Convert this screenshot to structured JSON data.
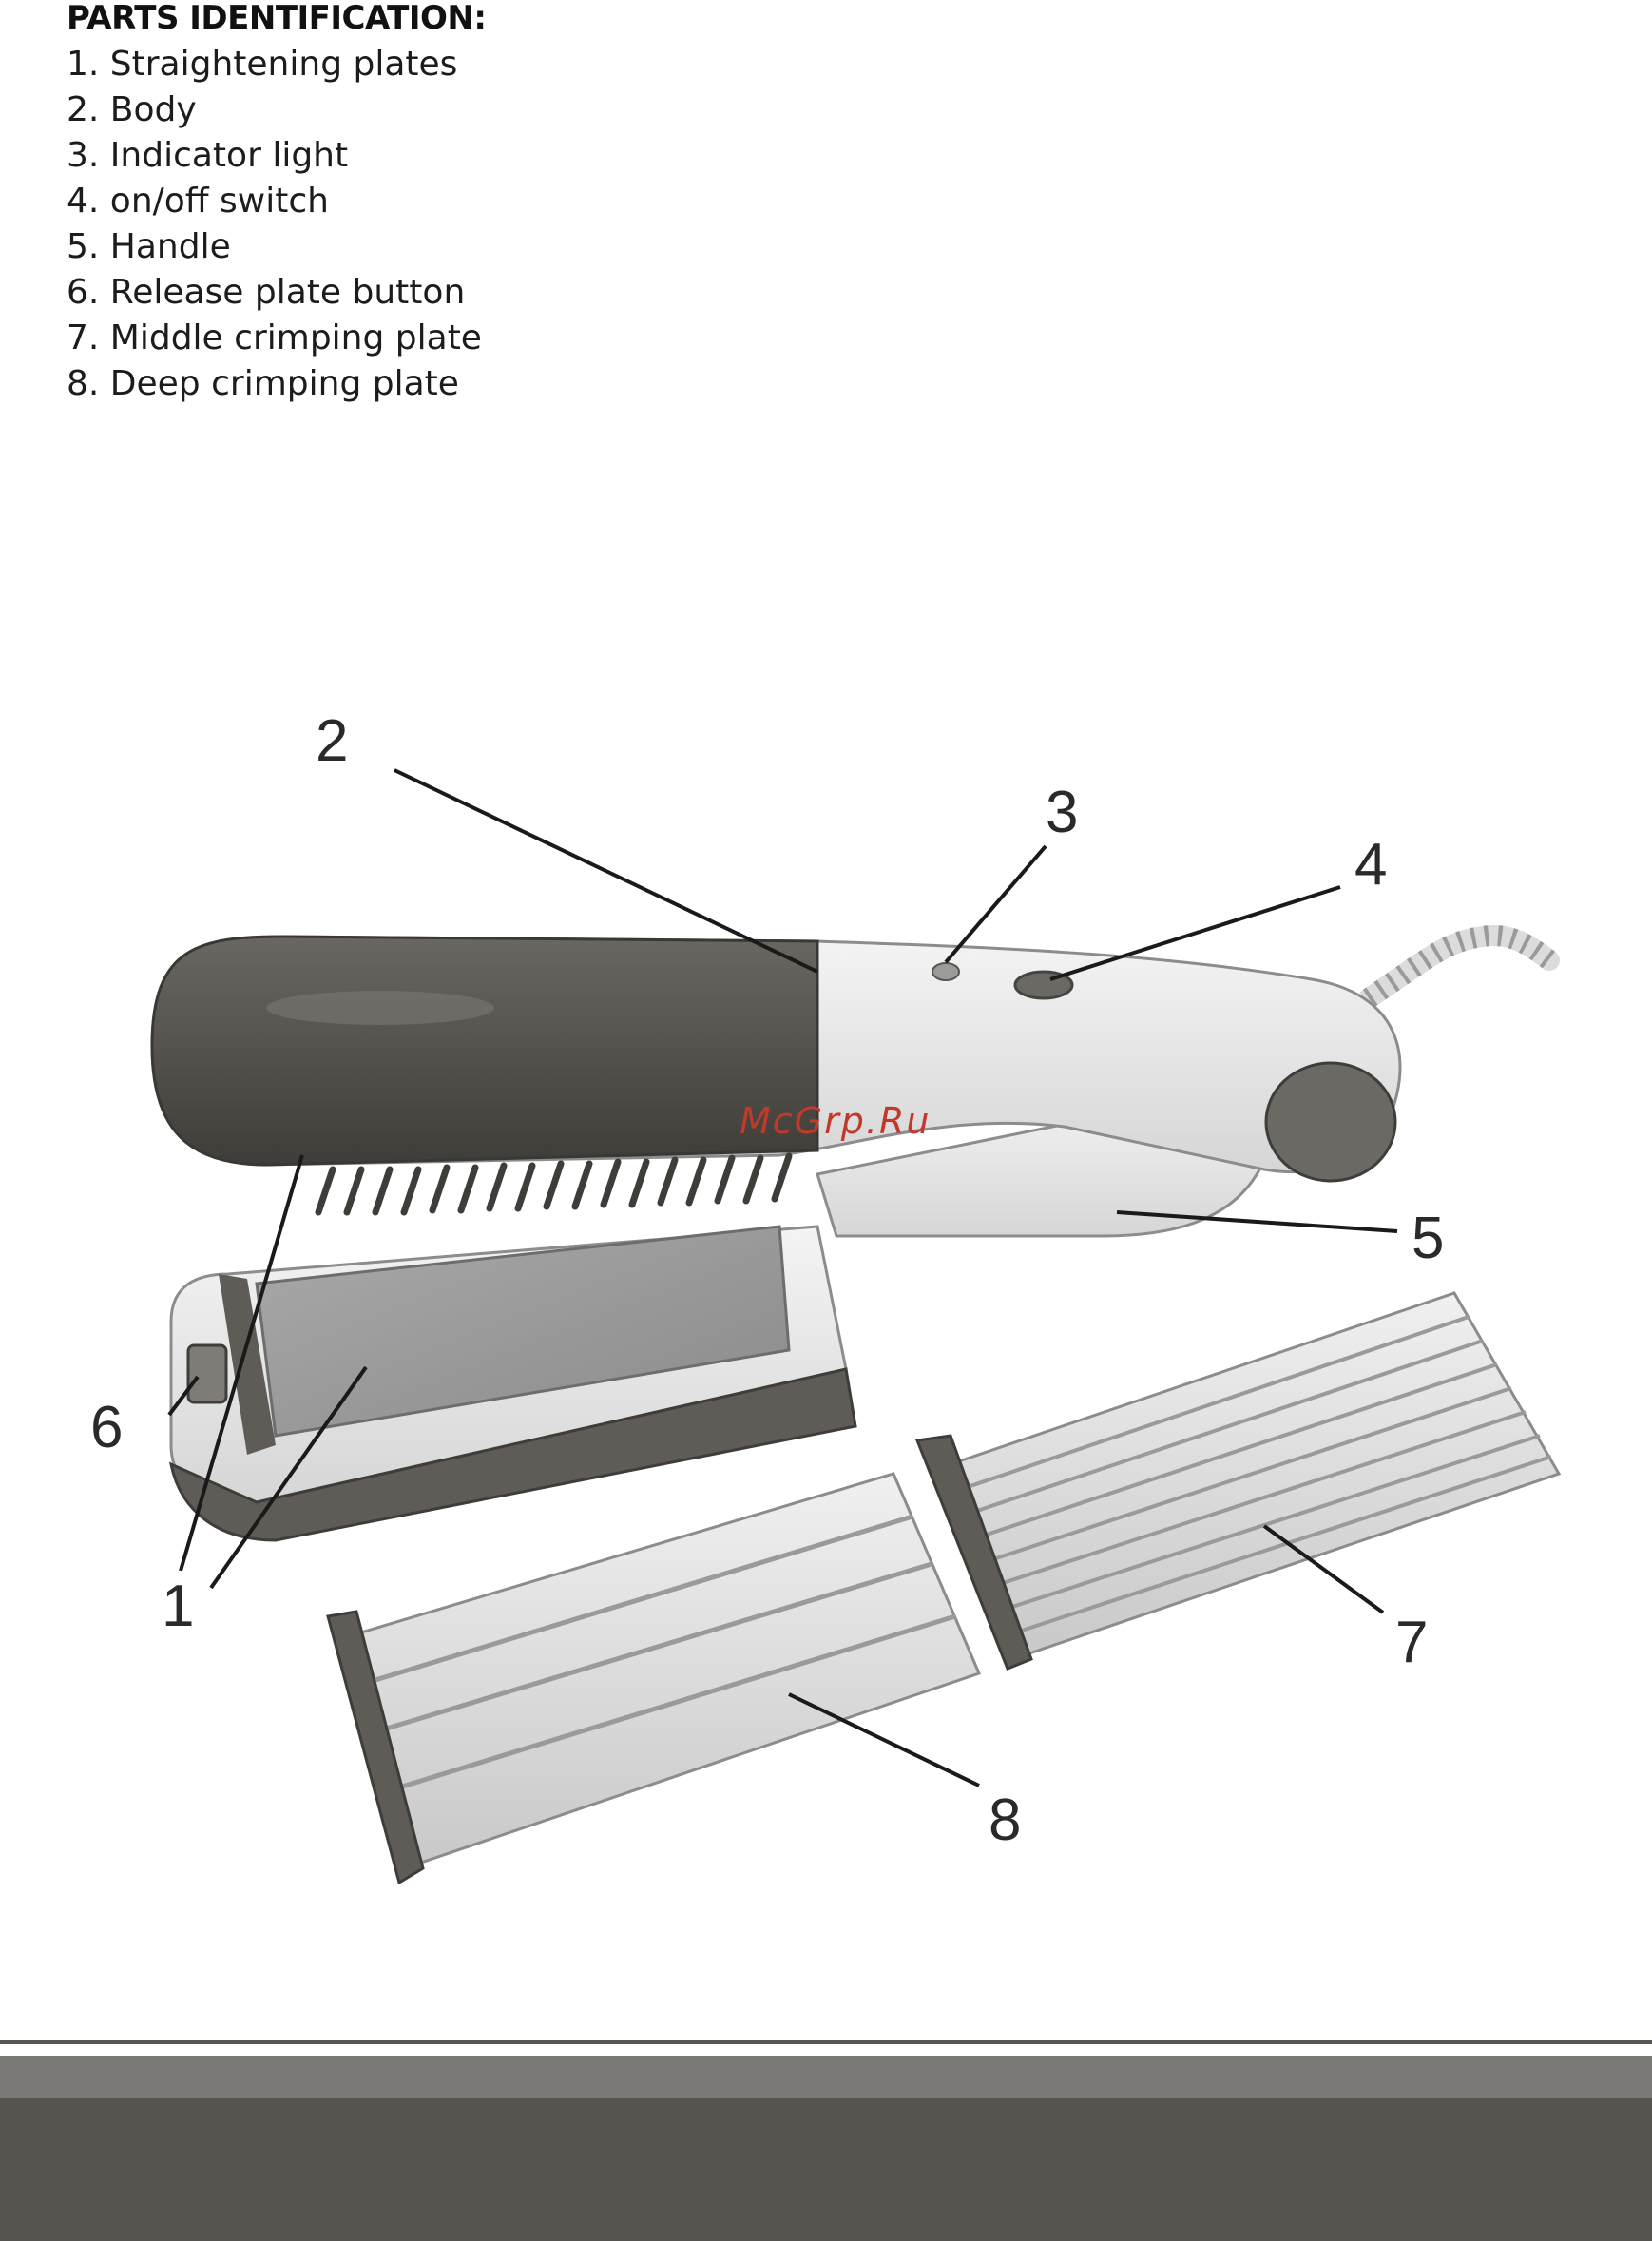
{
  "heading": "PARTS IDENTIFICATION:",
  "parts": [
    "1. Straightening plates",
    "2. Body",
    "3. Indicator light",
    "4. on/off switch",
    "5. Handle",
    "6. Release plate button",
    "7. Middle crimping plate",
    "8. Deep crimping plate"
  ],
  "callouts": {
    "c1": "1",
    "c2": "2",
    "c3": "3",
    "c4": "4",
    "c5": "5",
    "c6": "6",
    "c7": "7",
    "c8": "8"
  },
  "watermark": "McGrp.Ru",
  "colors": {
    "plate_dark": "#5a5752",
    "body_light": "#e8e8e8",
    "footer_dark": "#57544f",
    "footer_mid": "#7b7976",
    "watermark": "#c0392b"
  }
}
